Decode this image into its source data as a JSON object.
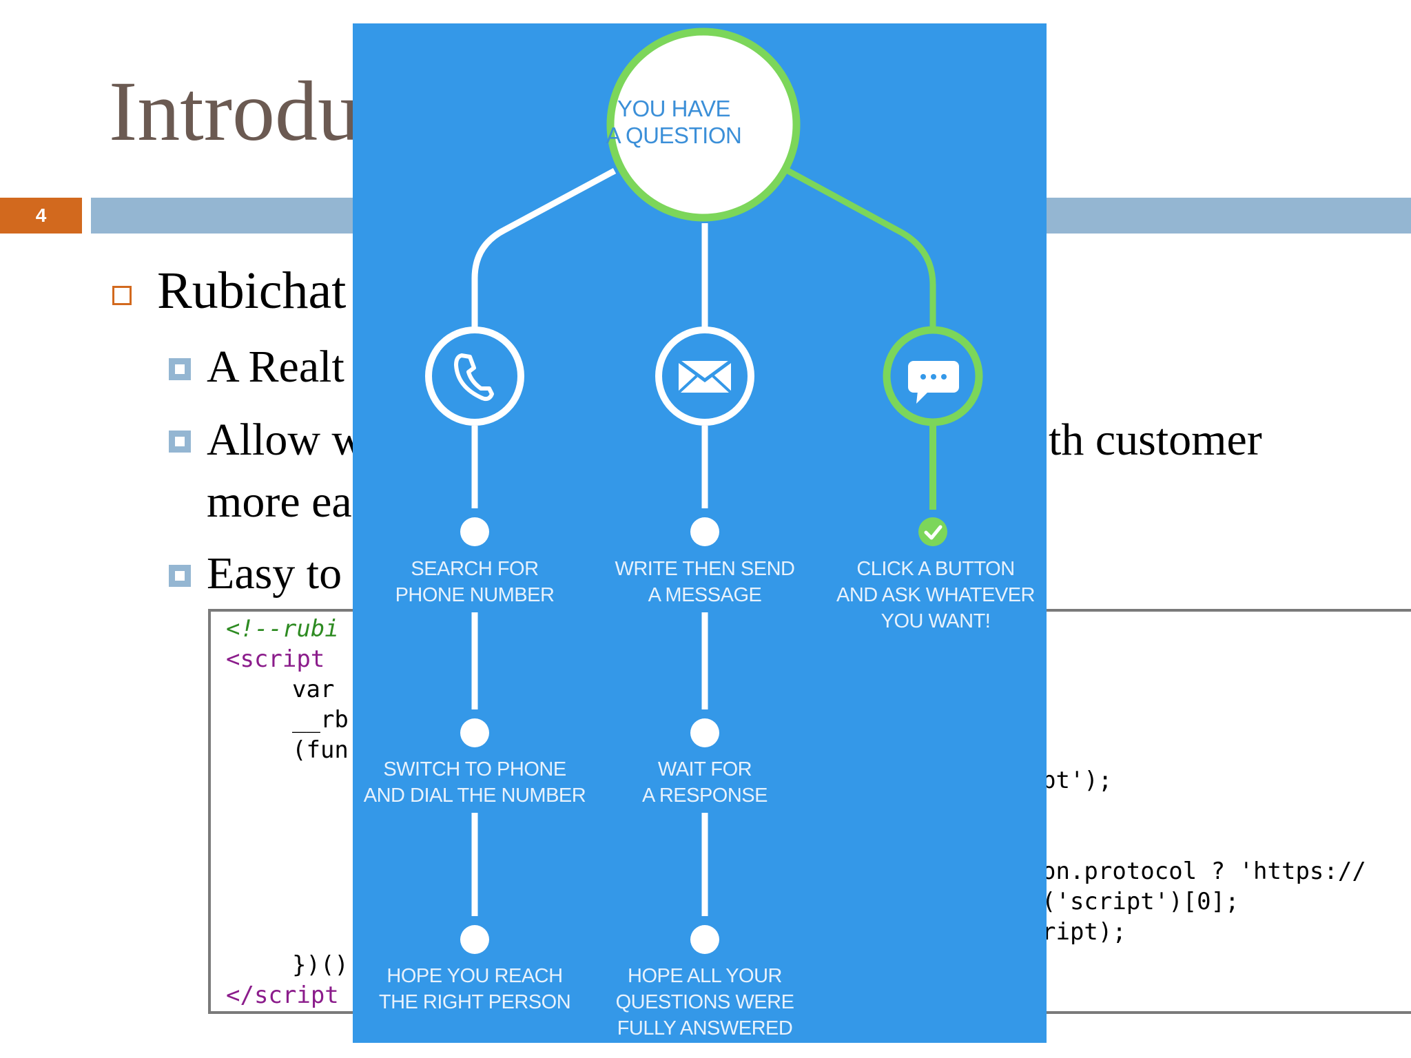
{
  "slide": {
    "title": "Introdu",
    "page_number": "4",
    "bullets": {
      "l1_text": "Rubichat",
      "l2_1": "A Realt",
      "l2_2_line1_left": "Allow w",
      "l2_2_line1_right": "th customer",
      "l2_2_line2": "more ea",
      "l2_3": "Easy to"
    },
    "code": {
      "line1": "<!--rubi",
      "line2": "<script",
      "line3": "var",
      "line4": "__rb",
      "line5": "(fun",
      "line6_right": "pt');",
      "line7_right": "on.protocol ? 'https://",
      "line8_right": "('script')[0];",
      "line9_right": "ript);",
      "line10": "})()",
      "line11": "</script"
    }
  },
  "infographic": {
    "hub_label": "YOU HAVE\nA QUESTION",
    "col1": {
      "icon": "phone-icon",
      "step1": "SEARCH FOR\nPHONE NUMBER",
      "step2": "SWITCH TO PHONE\nAND DIAL THE NUMBER",
      "step3": "HOPE YOU REACH\nTHE RIGHT PERSON"
    },
    "col2": {
      "icon": "envelope-icon",
      "step1": "WRITE THEN SEND\nA MESSAGE",
      "step2": "WAIT FOR\nA RESPONSE",
      "step3": "HOPE ALL YOUR\nQUESTIONS WERE\nFULLY ANSWERED"
    },
    "col3": {
      "icon": "chat-bubble-icon",
      "step1": "CLICK A BUTTON\nAND ASK WHATEVER\nYOU WANT!"
    },
    "colors": {
      "background": "#3498e8",
      "green": "#7cd65a",
      "white": "#ffffff"
    }
  }
}
